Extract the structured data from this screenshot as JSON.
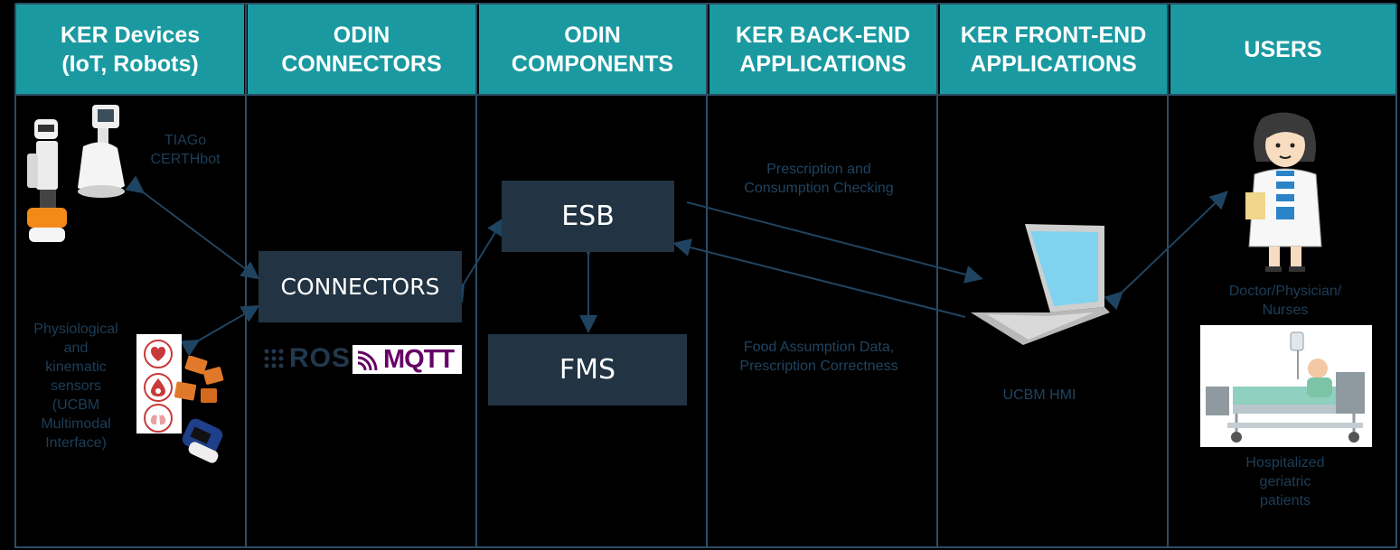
{
  "columns": [
    {
      "title": "KER Devices\n(IoT, Robots)"
    },
    {
      "title": "ODIN\nCONNECTORS"
    },
    {
      "title": "ODIN\nCOMPONENTS"
    },
    {
      "title": "KER BACK-END\nAPPLICATIONS"
    },
    {
      "title": "KER FRONT-END\nAPPLICATIONS"
    },
    {
      "title": "USERS"
    }
  ],
  "robots_label": "TIAGo\nCERTHbot",
  "sensors_label": "Physiological\nand\nkinematic\nsensors\n(UCBM\nMultimodal\nInterface)",
  "connectors_box": "CONNECTORS",
  "esb_box": "ESB",
  "fms_box": "FMS",
  "logos": {
    "ros": "ROS",
    "mqtt": "MQTT"
  },
  "flow_top_label": "Prescription and\nConsumption Checking",
  "flow_bottom_label": "Food Assumption Data,\nPrescription Correctness",
  "hmi_label": "UCBM HMI",
  "doctor_label": "Doctor/Physician/\nNurses",
  "patients_label": "Hospitalized\ngeriatric\npatients",
  "colors": {
    "header": "#1a9aa0",
    "box": "#223443",
    "arrow": "#1f4461",
    "grid": "#2b4d66"
  },
  "icons": [
    "robot-tiago-icon",
    "robot-certhbot-icon",
    "heart-rate-icon",
    "blood-drop-icon",
    "lungs-icon",
    "imu-sensor-icon",
    "pulse-oximeter-icon",
    "laptop-icon",
    "doctor-icon",
    "hospital-bed-icon"
  ]
}
